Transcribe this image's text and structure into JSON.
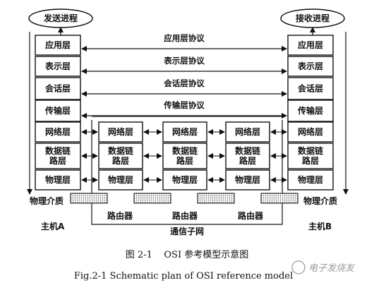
{
  "host_a": {
    "process": "发送进程",
    "layers": [
      "应用层",
      "表示层",
      "会话层",
      "传输层",
      "网络层",
      "数据链\n路层",
      "物理层"
    ],
    "medium": "物理介质",
    "name": "主机A"
  },
  "host_b": {
    "process": "接收进程",
    "layers": [
      "应用层",
      "表示层",
      "会话层",
      "传输层",
      "网络层",
      "数据链\n路层",
      "物理层"
    ],
    "medium": "物理介质",
    "name": "主机B"
  },
  "routers": [
    {
      "layers": [
        "网络层",
        "数据链\n路层",
        "物理层"
      ],
      "name": "路由器"
    },
    {
      "layers": [
        "网络层",
        "数据链\n路层",
        "物理层"
      ],
      "name": "路由器"
    },
    {
      "layers": [
        "网络层",
        "数据链\n路层",
        "物理层"
      ],
      "name": "路由器"
    }
  ],
  "protocols": [
    "应用层协议",
    "表示层协议",
    "会话层协议",
    "传输层协议"
  ],
  "subnet": "通信子网",
  "caption_cn": "图 2-1    OSI 参考模型示意图",
  "caption_en": "Fig.2-1 Schematic plan of OSI reference model",
  "watermark": "电子发烧友"
}
